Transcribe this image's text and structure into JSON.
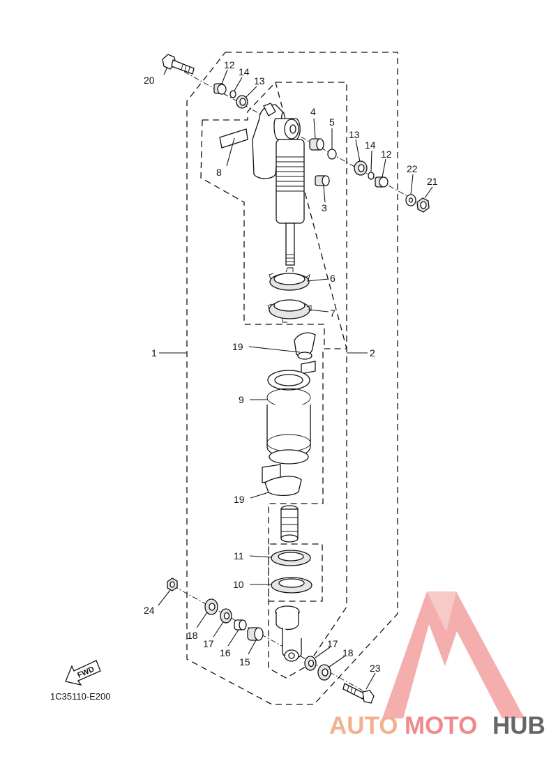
{
  "diagram_code": "1C35110-E200",
  "fwd_label": "FWD",
  "watermark": {
    "part1": "AUTO",
    "part2": "MOTO",
    "part3": "HUB"
  },
  "callouts": {
    "c1": "1",
    "c2": "2",
    "c3": "3",
    "c4": "4",
    "c5": "5",
    "c6": "6",
    "c7": "7",
    "c8": "8",
    "c9": "9",
    "c10": "10",
    "c11": "11",
    "c12a": "12",
    "c12b": "12",
    "c13a": "13",
    "c13b": "13",
    "c14a": "14",
    "c14b": "14",
    "c15": "15",
    "c16": "16",
    "c17a": "17",
    "c17b": "17",
    "c18a": "18",
    "c18b": "18",
    "c19a": "19",
    "c19b": "19",
    "c20": "20",
    "c21": "21",
    "c22": "22",
    "c23": "23",
    "c24": "24"
  },
  "colors": {
    "line": "#111111",
    "watermark_red": "#f08a8a",
    "watermark_orange": "#f3b08f",
    "watermark_grey": "#666666"
  }
}
